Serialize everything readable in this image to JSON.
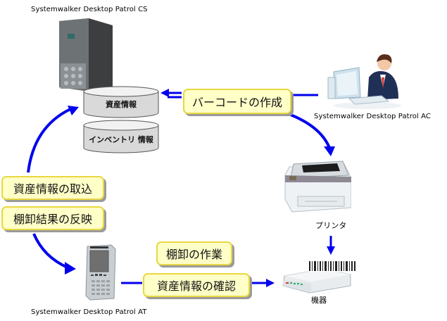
{
  "diagram": {
    "nodes": {
      "server": {
        "caption": "Systemwalker Desktop Patrol CS"
      },
      "admin_console": {
        "caption": "Systemwalker Desktop Patrol AC"
      },
      "handheld": {
        "caption": "Systemwalker Desktop Patrol AT"
      },
      "printer": {
        "caption": "プリンタ"
      },
      "device": {
        "caption": "機器"
      }
    },
    "databases": [
      {
        "label": "資産情報"
      },
      {
        "label": "インベントリ 情報"
      }
    ],
    "bubbles": {
      "barcode_create": "バーコードの作成",
      "asset_import": "資産情報の取込",
      "inventory_reflect": "棚卸結果の反映",
      "inventory_work": "棚卸の作業",
      "asset_confirm": "資産情報の確認"
    },
    "colors": {
      "arrow": "#0000ee",
      "bubble_fill": "#ffffc8",
      "bubble_border": "#e8d840"
    }
  }
}
